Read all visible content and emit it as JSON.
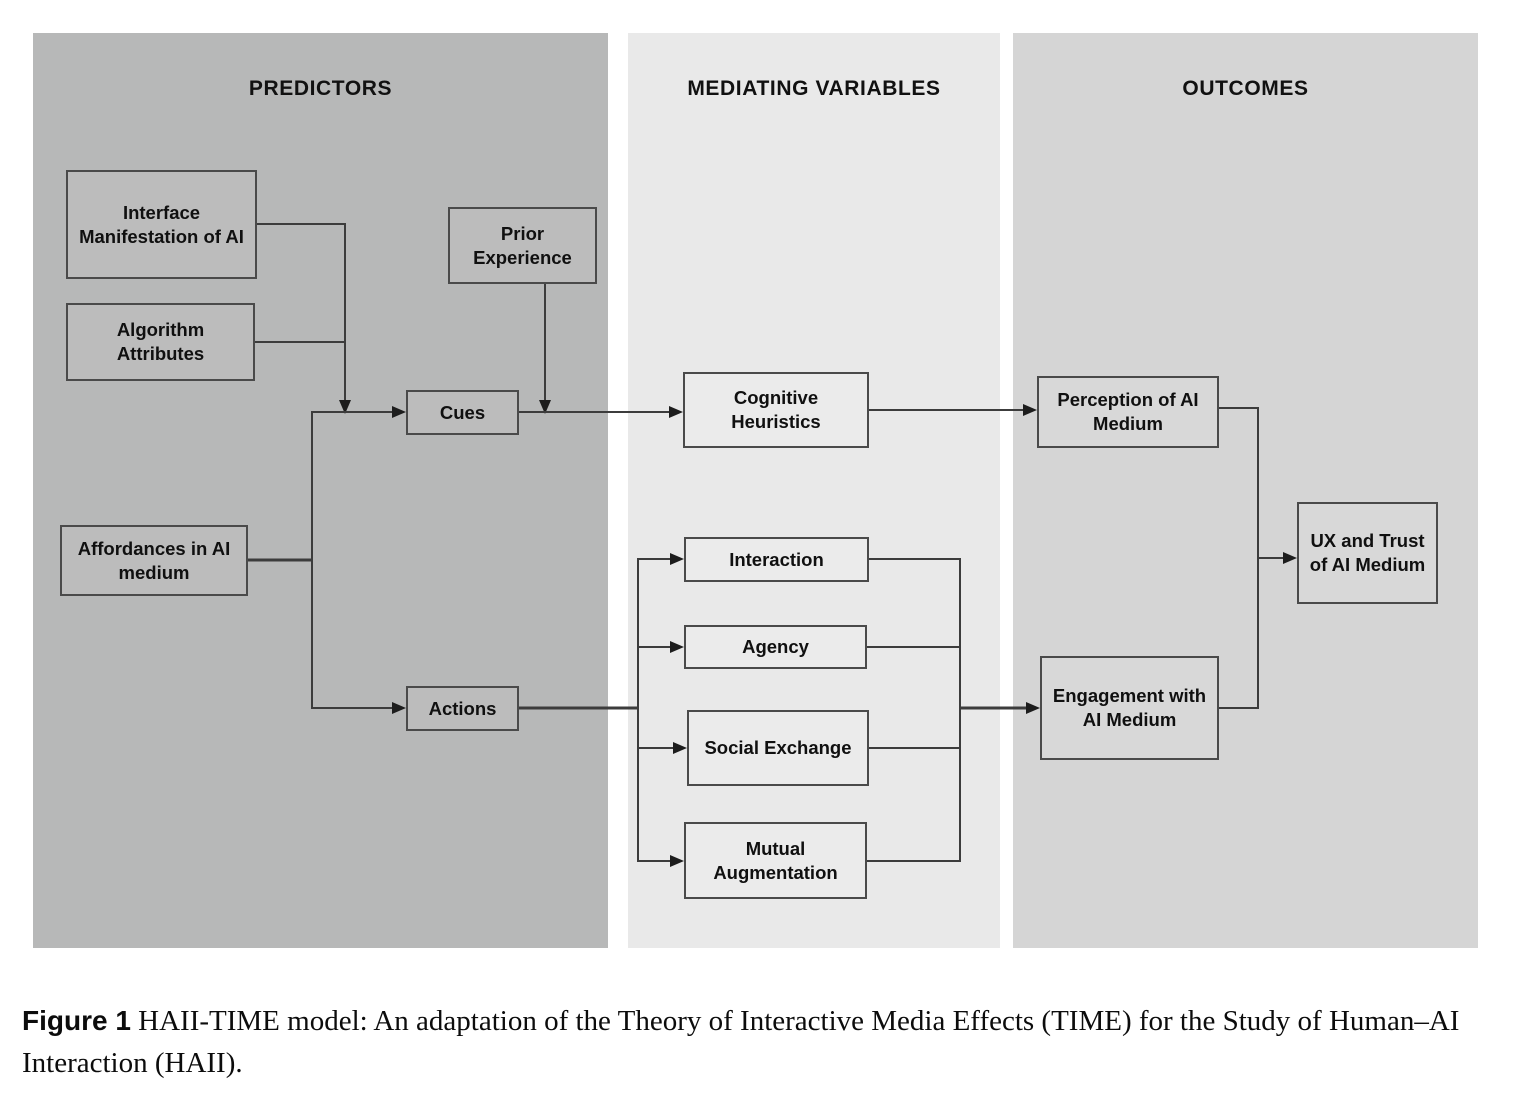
{
  "figure": {
    "caption_label": "Figure 1",
    "caption_text": "HAII-TIME model: An adaptation of the Theory of Interactive Media Effects (TIME) for the Study of Human–AI Interaction (HAII)."
  },
  "columns": [
    {
      "id": "predictors",
      "title": "PREDICTORS",
      "color": "#b7b8b8"
    },
    {
      "id": "mediating",
      "title": "MEDIATING VARIABLES",
      "color": "#e9e9e9"
    },
    {
      "id": "outcomes",
      "title": "OUTCOMES",
      "color": "#d5d5d5"
    }
  ],
  "nodes": {
    "interface": "Interface Manifestation of AI",
    "algorithm": "Algorithm Attributes",
    "prior": "Prior Experience",
    "affordances": "Affordances in AI medium",
    "cues": "Cues",
    "actions": "Actions",
    "cognitive": "Cognitive Heuristics",
    "interaction": "Interaction",
    "agency": "Agency",
    "social": "Social Exchange",
    "mutual": "Mutual Augmentation",
    "perception": "Perception of AI Medium",
    "engagement": "Engagement with AI Medium",
    "ux": "UX and Trust of AI Medium"
  },
  "edges": [
    {
      "from": "interface",
      "to": "cues"
    },
    {
      "from": "algorithm",
      "to": "cues"
    },
    {
      "from": "prior",
      "to": "cues-to-cognitive-link"
    },
    {
      "from": "affordances",
      "to": "cues"
    },
    {
      "from": "affordances",
      "to": "actions"
    },
    {
      "from": "cues",
      "to": "cognitive"
    },
    {
      "from": "cognitive",
      "to": "perception"
    },
    {
      "from": "actions",
      "to": "interaction"
    },
    {
      "from": "actions",
      "to": "agency"
    },
    {
      "from": "actions",
      "to": "social"
    },
    {
      "from": "actions",
      "to": "mutual"
    },
    {
      "from": "interaction",
      "to": "engagement"
    },
    {
      "from": "agency",
      "to": "engagement"
    },
    {
      "from": "social",
      "to": "engagement"
    },
    {
      "from": "mutual",
      "to": "engagement"
    },
    {
      "from": "perception",
      "to": "ux"
    },
    {
      "from": "engagement",
      "to": "ux"
    }
  ]
}
